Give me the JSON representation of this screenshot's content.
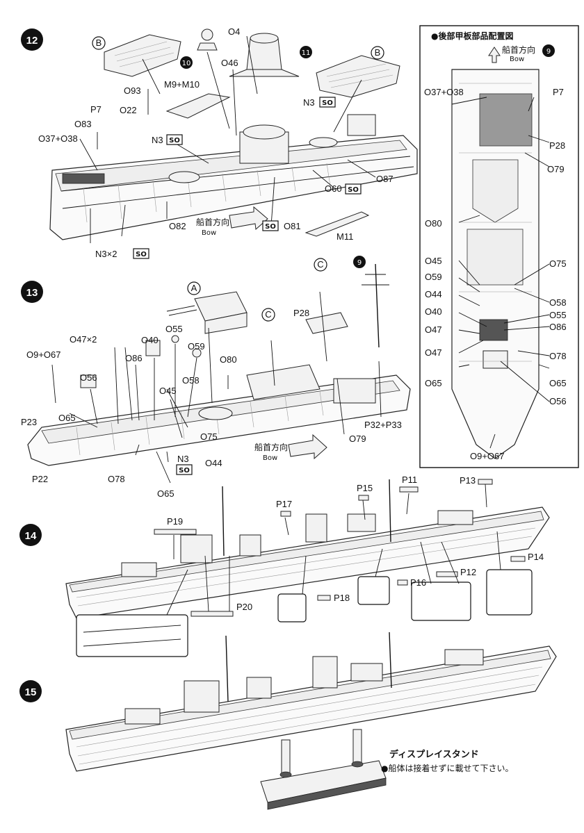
{
  "steps": {
    "s12": {
      "number": "12"
    },
    "s13": {
      "number": "13"
    },
    "s14": {
      "number": "14"
    },
    "s15": {
      "number": "15"
    }
  },
  "step12": {
    "labels": {
      "B1": "B",
      "B2": "B",
      "c10": "10",
      "c11": "11",
      "O4": "O4",
      "O46": "O46",
      "O93": "O93",
      "M9M10": "M9+M10",
      "O22": "O22",
      "P7": "P7",
      "O83": "O83",
      "O37O38": "O37+O38",
      "N3a": "N3",
      "N3b": "N3",
      "N3x2": "N3×2",
      "O87": "O87",
      "O60": "O60",
      "O82": "O82",
      "O81": "O81",
      "M11": "M11"
    },
    "so": "SO",
    "bow_jp": "船首方向",
    "bow_en": "Bow"
  },
  "inset": {
    "title": "●後部甲板部品配置図",
    "bow_jp": "船首方向",
    "bow_en": "Bow",
    "c9": "9",
    "labels": {
      "O37O38": "O37+O38",
      "P7": "P7",
      "P28": "P28",
      "O79": "O79",
      "O80": "O80",
      "O45": "O45",
      "O75": "O75",
      "O59": "O59",
      "O44": "O44",
      "O58": "O58",
      "O40": "O40",
      "O55": "O55",
      "O47a": "O47",
      "O86": "O86",
      "O47b": "O47",
      "O78": "O78",
      "O65a": "O65",
      "O65b": "O65",
      "O56": "O56",
      "O9O67": "O9+O67"
    }
  },
  "step13": {
    "labels": {
      "A": "A",
      "C1": "C",
      "C2": "C",
      "c9": "9",
      "O55": "O55",
      "O47x2": "O47×2",
      "O40": "O40",
      "O59": "O59",
      "O86": "O86",
      "O80": "O80",
      "O9O67": "O9+O67",
      "O56": "O56",
      "O45": "O45",
      "O58": "O58",
      "P28": "P28",
      "O65a": "O65",
      "P23": "P23",
      "O75": "O75",
      "P32P33": "P32+P33",
      "O79": "O79",
      "N3": "N3",
      "O44": "O44",
      "P22": "P22",
      "O78": "O78",
      "O65b": "O65"
    },
    "so": "SO",
    "bow_jp": "船首方向",
    "bow_en": "Bow"
  },
  "step14": {
    "labels": {
      "P19": "P19",
      "P17": "P17",
      "P15": "P15",
      "P11": "P11",
      "P13": "P13",
      "P14": "P14",
      "P12": "P12",
      "P16": "P16",
      "P18": "P18",
      "P20": "P20"
    }
  },
  "step15": {
    "stand_title": "ディスプレイスタンド",
    "stand_note": "●船体は接着せずに載せて下さい。"
  }
}
